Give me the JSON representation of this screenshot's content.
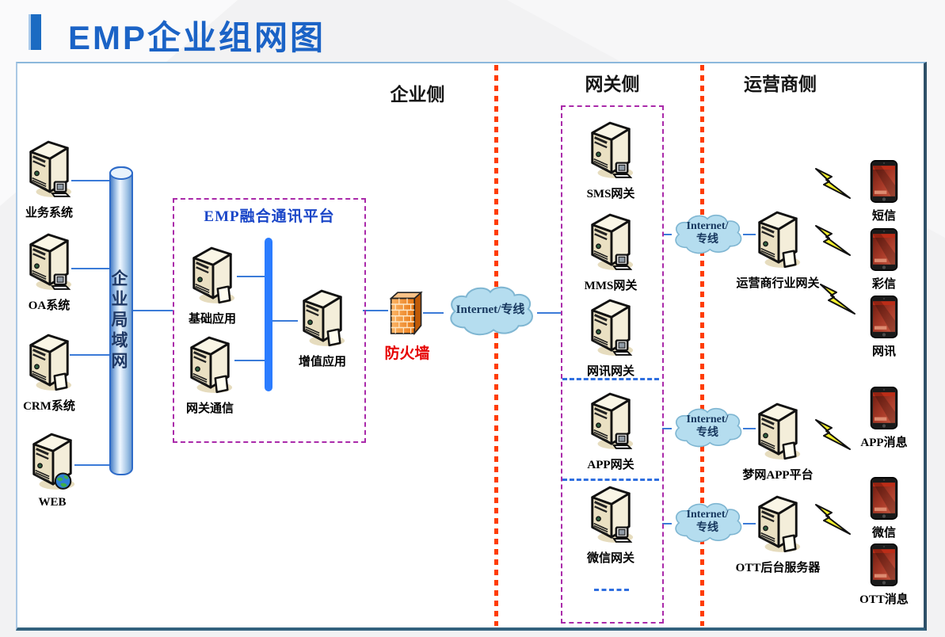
{
  "header": {
    "title": "EMP企业组网图"
  },
  "sections": {
    "enterprise": "企业侧",
    "gateway": "网关侧",
    "operator": "运营商侧"
  },
  "enterprise": {
    "lan_label": "企业局域网",
    "systems": [
      "业务系统",
      "OA系统",
      "CRM系统",
      "WEB"
    ],
    "platform": {
      "title": "EMP融合通讯平台",
      "nodes": [
        "基础应用",
        "网关通信",
        "增值应用"
      ]
    },
    "firewall_label": "防火墙"
  },
  "network": {
    "main_cloud": "Internet/专线",
    "cloud_line1": "Internet/",
    "cloud_line2": "专线"
  },
  "gateway": {
    "gateways": [
      "SMS网关",
      "MMS网关",
      "网讯网关",
      "APP网关",
      "微信网关"
    ]
  },
  "operator": {
    "platforms": [
      "运营商行业网关",
      "梦网APP平台",
      "OTT后台服务器"
    ],
    "terminals": [
      "短信",
      "彩信",
      "网讯",
      "APP消息",
      "微信",
      "OTT消息"
    ]
  },
  "colors": {
    "accent_blue": "#1b6bc2",
    "title_blue": "#1b63c6",
    "connector_blue": "#3b7bd8",
    "separator_orange": "#ff3c00",
    "box_purple": "#aa2aaa",
    "cloud_fill": "#b5ddef",
    "firewall_label_red": "#e60000",
    "bus_blue": "#2b7cff"
  }
}
